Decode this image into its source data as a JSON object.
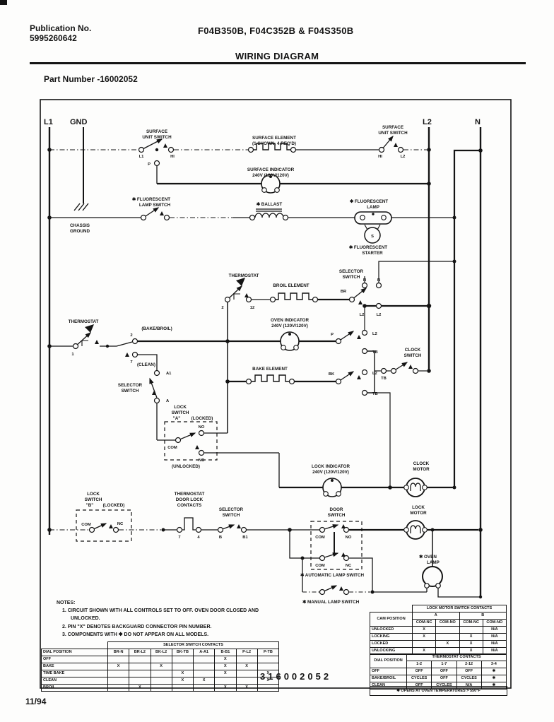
{
  "header": {
    "publication_label": "Publication No.",
    "publication_number": "5995260642",
    "models": "F04B350B, F04C352B & F04S350B",
    "title": "WIRING DIAGRAM",
    "part_number": "Part Number -16002052"
  },
  "footer": {
    "date": "11/94",
    "diagram_number": "316002052"
  },
  "diagram": {
    "buses": {
      "l1": "L1",
      "gnd": "GND",
      "l2": "L2",
      "n": "N"
    },
    "components": {
      "surface_unit_switch_left": [
        "SURFACE",
        "UNIT SWITCH"
      ],
      "surface_element": [
        "SURFACE ELEMENT",
        "(1 SHOWN, 4 REQ'D)"
      ],
      "surface_unit_switch_right": [
        "SURFACE",
        "UNIT SWITCH"
      ],
      "surface_indicator": [
        "SURFACE INDICATOR",
        "240V (120V/120V)"
      ],
      "chassis_ground": [
        "CHASSIS",
        "GROUND"
      ],
      "fluorescent_lamp_switch": [
        "✱ FLUORESCENT",
        "LAMP SWITCH"
      ],
      "ballast": [
        "✱ BALLAST"
      ],
      "fluorescent_lamp": [
        "✱ FLUORESCENT",
        "LAMP"
      ],
      "fluorescent_starter": [
        "✱ FLUORESCENT",
        "STARTER"
      ],
      "thermostat_center": [
        "THERMOSTAT"
      ],
      "broil_element": [
        "BROIL ELEMENT"
      ],
      "selector_switch_right": [
        "SELECTOR",
        "SWITCH"
      ],
      "oven_indicator": [
        "OVEN INDICATOR",
        "240V (120V/120V)"
      ],
      "thermostat_left": [
        "THERMOSTAT"
      ],
      "bake_broil_tag": [
        "(BAKE/BROIL)"
      ],
      "clean_tag": [
        "(CLEAN)"
      ],
      "selector_switch_left": [
        "SELECTOR",
        "SWITCH"
      ],
      "lock_switch_a": [
        "LOCK",
        "SWITCH",
        "\"A\"",
        "(LOCKED)",
        "(UNLOCKED)"
      ],
      "bake_element": [
        "BAKE ELEMENT"
      ],
      "clock_switch": [
        "CLOCK",
        "SWITCH"
      ],
      "lock_indicator": [
        "LOCK INDICATOR",
        "240V (120V/120V)"
      ],
      "clock_motor": [
        "CLOCK",
        "MOTOR"
      ],
      "lock_switch_b": [
        "LOCK",
        "SWITCH",
        "\"B\"",
        "(LOCKED)"
      ],
      "thermostat_door_lock": [
        "THERMOSTAT",
        "DOOR LOCK",
        "CONTACTS"
      ],
      "selector_switch_bottom": [
        "SELECTOR",
        "SWITCH"
      ],
      "door_switch": [
        "DOOR",
        "SWITCH"
      ],
      "automatic_lamp_switch": [
        "✱ AUTOMATIC LAMP SWITCH"
      ],
      "lock_motor": [
        "LOCK",
        "MOTOR"
      ],
      "oven_lamp": [
        "✱ OVEN",
        "LAMP"
      ],
      "manual_lamp_switch": [
        "✱ MANUAL LAMP SWITCH"
      ]
    },
    "terminals": {
      "sl_l1": "L1",
      "sl_p": "P",
      "sl_hi": "HI",
      "sr_hi": "HI",
      "sr_l2": "L2",
      "tc_2": "2",
      "tc_12": "12",
      "br": "BR",
      "n1": "N",
      "n2": "N",
      "l2_1": "L2",
      "l2_2": "L2",
      "p": "P",
      "p_l2": "L2",
      "p_tb": "TB",
      "bk": "BK",
      "bk_l2": "L2",
      "bk_tb": "TB",
      "clk_tb": "TB",
      "tl_1": "1",
      "bb_2": "2",
      "cl_7": "7",
      "a1": "A1",
      "a": "A",
      "a_no": "NO",
      "a_com": "COM",
      "a_nc": "NC",
      "b_com": "COM",
      "b_nc": "NC",
      "dl_7": "7",
      "dl_4": "4",
      "sb_b": "B",
      "sb_b1": "B1",
      "d_com1": "COM",
      "d_no": "NO",
      "d_com2": "COM",
      "d_nc": "NC",
      "starter_s": "S"
    }
  },
  "notes": {
    "title": "NOTES:",
    "items": [
      "1. CIRCUIT SHOWN WITH ALL CONTROLS SET TO OFF. OVEN DOOR CLOSED AND UNLOCKED.",
      "2. PIN \"X\" DENOTES BACKGUARD CONNECTOR PIN NUMBER.",
      "3. COMPONENTS WITH ✱ DO NOT APPEAR ON ALL MODELS."
    ]
  },
  "selector_table": {
    "title": "SELECTOR SWITCH CONTACTS",
    "row_header": "DIAL POSITION",
    "columns": [
      "BR-N",
      "BR-L2",
      "BK-L2",
      "BK-TB",
      "A-A1",
      "B-B1",
      "P-L2",
      "P-TB"
    ],
    "rows": [
      {
        "label": "OFF",
        "c1": "",
        "c2": "",
        "c3": "",
        "c4": "",
        "c5": "",
        "c6": "X",
        "c7": "",
        "c8": ""
      },
      {
        "label": "BAKE",
        "c1": "X",
        "c2": "",
        "c3": "X",
        "c4": "",
        "c5": "",
        "c6": "X",
        "c7": "X",
        "c8": ""
      },
      {
        "label": "TIME BAKE",
        "c1": "",
        "c2": "",
        "c3": "",
        "c4": "X",
        "c5": "",
        "c6": "X",
        "c7": "",
        "c8": "X"
      },
      {
        "label": "CLEAN",
        "c1": "",
        "c2": "",
        "c3": "",
        "c4": "X",
        "c5": "X",
        "c6": "",
        "c7": "",
        "c8": "X"
      },
      {
        "label": "BROIL",
        "c1": "",
        "c2": "X",
        "c3": "",
        "c4": "",
        "c5": "",
        "c6": "X",
        "c7": "X",
        "c8": ""
      }
    ]
  },
  "lock_table": {
    "title": "LOCK MOTOR SWITCH CONTACTS",
    "row_header": "CAM POSITION",
    "groups": [
      "A",
      "B"
    ],
    "columns": [
      "COM-NC",
      "COM-NO",
      "COM-NC",
      "COM-NO"
    ],
    "rows": [
      {
        "label": "UNLOCKED",
        "c1": "X",
        "c2": "",
        "c3": "",
        "c4": "N/A"
      },
      {
        "label": "LOCKING",
        "c1": "X",
        "c2": "",
        "c3": "X",
        "c4": "N/A"
      },
      {
        "label": "LOCKED",
        "c1": "",
        "c2": "X",
        "c3": "X",
        "c4": "N/A"
      },
      {
        "label": "UNLOCKING",
        "c1": "X",
        "c2": "",
        "c3": "X",
        "c4": "N/A"
      }
    ]
  },
  "thermostat_table": {
    "title": "THERMOSTAT CONTACTS",
    "row_header": "DIAL POSITION",
    "columns": [
      "1-2",
      "1-7",
      "2-12",
      "3-4"
    ],
    "rows": [
      {
        "label": "OFF",
        "c1": "OFF",
        "c2": "OFF",
        "c3": "OFF",
        "c4": "✱"
      },
      {
        "label": "BAKE/BROIL",
        "c1": "CYCLES",
        "c2": "OFF",
        "c3": "CYCLES",
        "c4": "✱"
      },
      {
        "label": "CLEAN",
        "c1": "OFF",
        "c2": "CYCLES",
        "c3": "N/A",
        "c4": "✱"
      }
    ],
    "footnote": "✱ OPENS AT OVEN TEMPERATURES > 550°F"
  }
}
